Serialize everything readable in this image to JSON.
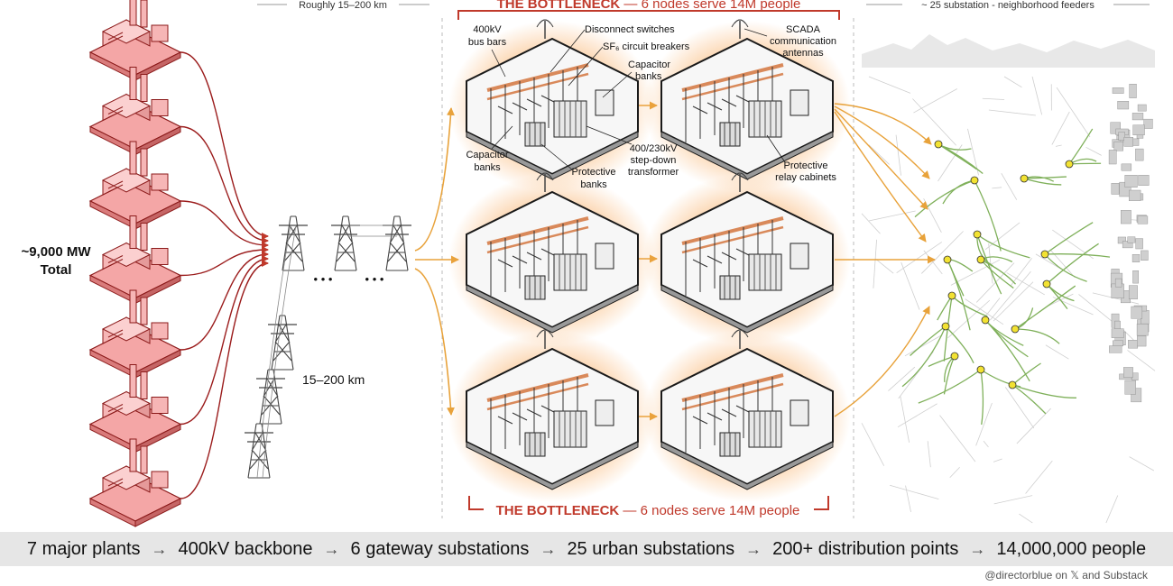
{
  "top": {
    "distance_note": "Roughly 15–200 km",
    "feeder_note": "~ 25 substation - neighborhood feeders"
  },
  "plants": {
    "total_label": "~9,000 MW",
    "total_sub": "Total",
    "count": 7
  },
  "transmission": {
    "distance_label": "15–200 km",
    "ellipsis": "• • •"
  },
  "bottleneck": {
    "title_bold": "THE BOTTLENECK",
    "title_rest": " — 6 nodes serve 14M people"
  },
  "callouts": {
    "bus_bars": [
      "400kV",
      "bus bars"
    ],
    "disconnect": "Disconnect switches",
    "breakers": "SF₆ circuit breakers",
    "cap_banks_top": [
      "Capacitor",
      "banks"
    ],
    "scada": [
      "SCADA",
      "communication",
      "antennas"
    ],
    "cap_banks_left": [
      "Capacitor",
      "banks"
    ],
    "protective_banks": [
      "Protective",
      "banks"
    ],
    "transformer": [
      "400/230kV",
      "step-down",
      "transformer"
    ],
    "relay": [
      "Protective",
      "relay cabinets"
    ]
  },
  "flow": [
    "7 major plants",
    "400kV backbone",
    "6 gateway substations",
    "25 urban substations",
    "200+ distribution points",
    "14,000,000 people"
  ],
  "flow_arrow": "→",
  "credit": "@directorblue on 𝕏 and Substack",
  "colors": {
    "plant": "#f4a6a6",
    "plant_stroke": "#8b1a1a",
    "plant_line": "#9b1c1c",
    "orange": "#e8a23a",
    "bottleneck_red": "#c0392b",
    "feeder_green": "#7fb05a",
    "node_yellow": "#f2e232",
    "bar_bg": "#e6e6e6"
  }
}
